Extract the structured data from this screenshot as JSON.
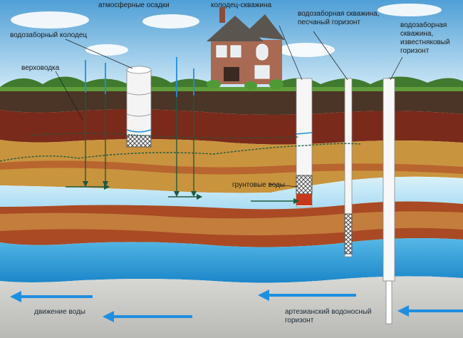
{
  "labels": {
    "precipitation": "атмосферные осадки",
    "well_borehole": "колодец-скважина",
    "water_intake_well": "водозаборный колодец",
    "perched_water": "верховодка",
    "sand_borehole": "водозаборная скважина,\nпесчаный горизонт",
    "limestone_borehole": "водозаборная\nскважина,\nизвестняковый\nгоризонт",
    "ground_water": "грунтовые воды",
    "water_movement": "движение воды",
    "artesian": "артезианский водоносный\nгоризонт"
  },
  "colors": {
    "sky_top": "#4f9fd6",
    "sky_bottom": "#cfe8f6",
    "topsoil": "#4a3526",
    "clay_red": "#7a2a1a",
    "sand_yellow": "#c9943e",
    "groundwater": "#bfe6f5",
    "loam_red": "#a94a24",
    "aquifer_blue": "#2a9ad8",
    "limestone": "#c8c8c4",
    "arrow_blue": "#1f8fe0",
    "pipe_green": "#1f5a40"
  }
}
